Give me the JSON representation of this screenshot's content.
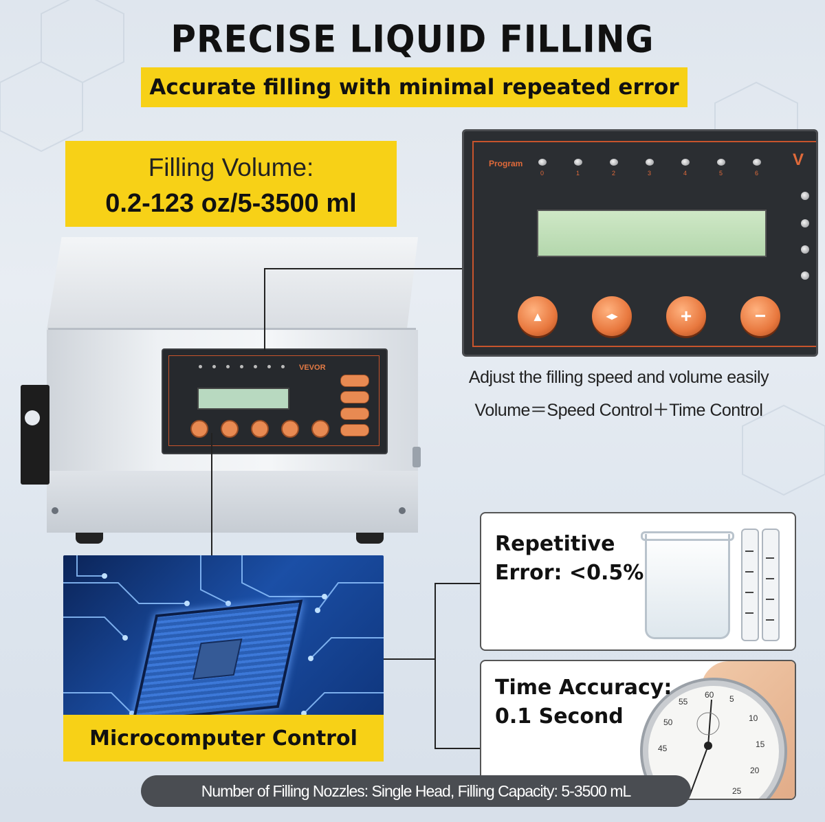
{
  "title": "PRECISE LIQUID FILLING",
  "subtitle": "Accurate filling with minimal repeated error",
  "volume": {
    "line1": "Filling Volume:",
    "line2": "0.2-123 oz/5-3500 ml"
  },
  "panel": {
    "prog_label": "Program",
    "logo": "V",
    "led_numbers": [
      "0",
      "1",
      "2",
      "3",
      "4",
      "5",
      "6"
    ],
    "buttons": [
      "up-down-icon",
      "left-right-icon",
      "plus-icon",
      "minus-icon"
    ]
  },
  "mini_panel": {
    "brand": "VEVOR"
  },
  "caption": {
    "line1": "Adjust the filling speed and volume easily",
    "line2": "Volume＝Speed Control＋Time Control"
  },
  "microcomputer_label": "Microcomputer Control",
  "cards": {
    "error": {
      "line1": "Repetitive",
      "line2": "Error: <0.5%"
    },
    "time": {
      "line1": "Time Accuracy:",
      "line2": "0.1 Second"
    }
  },
  "stopwatch_numbers": [
    "60",
    "5",
    "55",
    "10",
    "50",
    "15",
    "45",
    "20",
    "25"
  ],
  "footer": "Number of Filling Nozzles: Single Head, Filling Capacity: 5-3500 mL",
  "colors": {
    "accent": "#f7d117",
    "orange": "#e8783e",
    "panel": "#2b2e32"
  }
}
